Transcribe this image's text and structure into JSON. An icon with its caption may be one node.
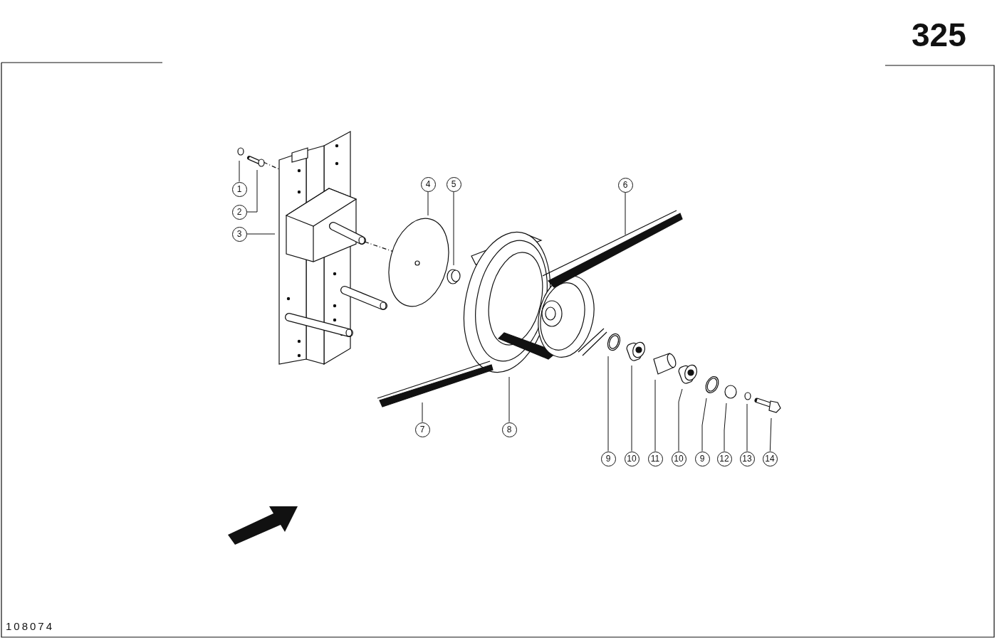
{
  "diagram": {
    "nodes": [
      {
        "text": [
          "1"
        ]
      },
      {
        "text": [
          "2"
        ]
      },
      {
        "text": [
          "3"
        ]
      },
      {
        "text": [
          "4"
        ]
      },
      {
        "text": [
          "5"
        ]
      },
      {
        "text": [
          "6"
        ]
      },
      {
        "text": [
          "7"
        ]
      },
      {
        "text": [
          "8"
        ]
      },
      {
        "text": [
          "9"
        ]
      },
      {
        "text": [
          "10"
        ]
      },
      {
        "text": [
          "11"
        ]
      },
      {
        "text": [
          "10"
        ]
      },
      {
        "text": [
          "9"
        ]
      },
      {
        "text": [
          "12"
        ]
      },
      {
        "text": [
          "13"
        ]
      },
      {
        "text": [
          "14"
        ]
      }
    ],
    "edges": [
      {
        "from": 0,
        "to": null,
        "arrow": "none"
      },
      {
        "from": 1,
        "to": null,
        "arrow": "none"
      },
      {
        "from": 2,
        "to": null,
        "arrow": "none"
      },
      {
        "from": 3,
        "to": null,
        "arrow": "none"
      },
      {
        "from": 4,
        "to": null,
        "arrow": "none"
      },
      {
        "from": 5,
        "to": null,
        "arrow": "none"
      },
      {
        "from": 6,
        "to": null,
        "arrow": "none"
      },
      {
        "from": 7,
        "to": null,
        "arrow": "none"
      },
      {
        "from": 8,
        "to": null,
        "arrow": "none"
      },
      {
        "from": 9,
        "to": null,
        "arrow": "none"
      },
      {
        "from": 10,
        "to": null,
        "arrow": "none"
      },
      {
        "from": 11,
        "to": null,
        "arrow": "none"
      },
      {
        "from": 12,
        "to": null,
        "arrow": "none"
      },
      {
        "from": 13,
        "to": null,
        "arrow": "none"
      },
      {
        "from": 14,
        "to": null,
        "arrow": "none"
      },
      {
        "from": 15,
        "to": null,
        "arrow": "none"
      }
    ],
    "labels": [
      "325",
      "108074"
    ]
  }
}
